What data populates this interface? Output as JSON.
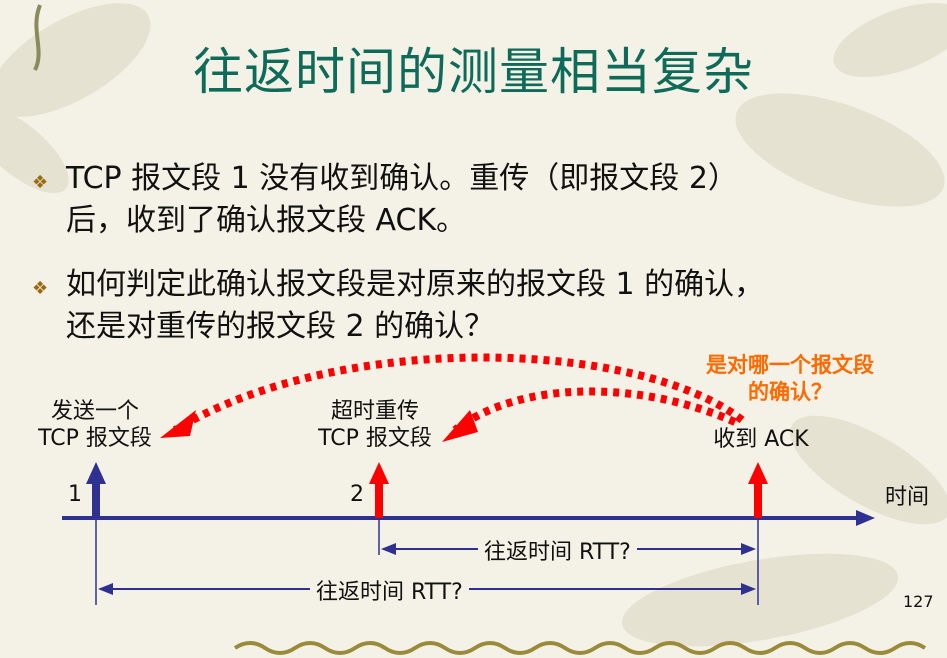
{
  "title": "往返时间的测量相当复杂",
  "bullets": [
    {
      "line1": "TCP 报文段 1 没有收到确认。重传（即报文段 2）",
      "line2": "后，收到了确认报文段 ACK。"
    },
    {
      "line1": "如何判定此确认报文段是对原来的报文段 1 的确认，",
      "line2": "还是对重传的报文段 2 的确认？"
    }
  ],
  "diagram": {
    "send_label": {
      "line1": "发送一个",
      "line2": "TCP 报文段"
    },
    "retransmit_label": {
      "line1": "超时重传",
      "line2": "TCP 报文段"
    },
    "ack_label": "收到 ACK",
    "question": {
      "line1": "是对哪一个报文段",
      "line2": "的确认？"
    },
    "seg1": "1",
    "seg2": "2",
    "time_label": "时间",
    "rtt_label_1": "往返时间 RTT?",
    "rtt_label_2": "往返时间 RTT?",
    "colors": {
      "axis": "#2e3192",
      "red": "#ff0000",
      "orange": "#ff6a00",
      "title": "#0e6b5a"
    }
  },
  "page_number": "127"
}
